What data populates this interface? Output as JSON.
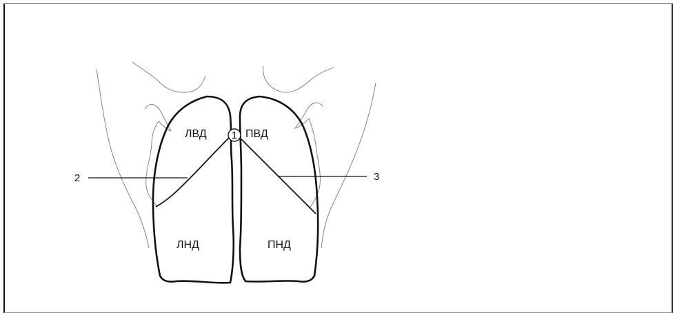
{
  "lobe_labels": {
    "left_upper": "ЛВД",
    "right_upper": "ПВД",
    "left_lower": "ЛНД",
    "right_lower": "ПНД"
  },
  "callouts": {
    "marker_1": "1",
    "marker_2": "2",
    "marker_3": "3"
  }
}
